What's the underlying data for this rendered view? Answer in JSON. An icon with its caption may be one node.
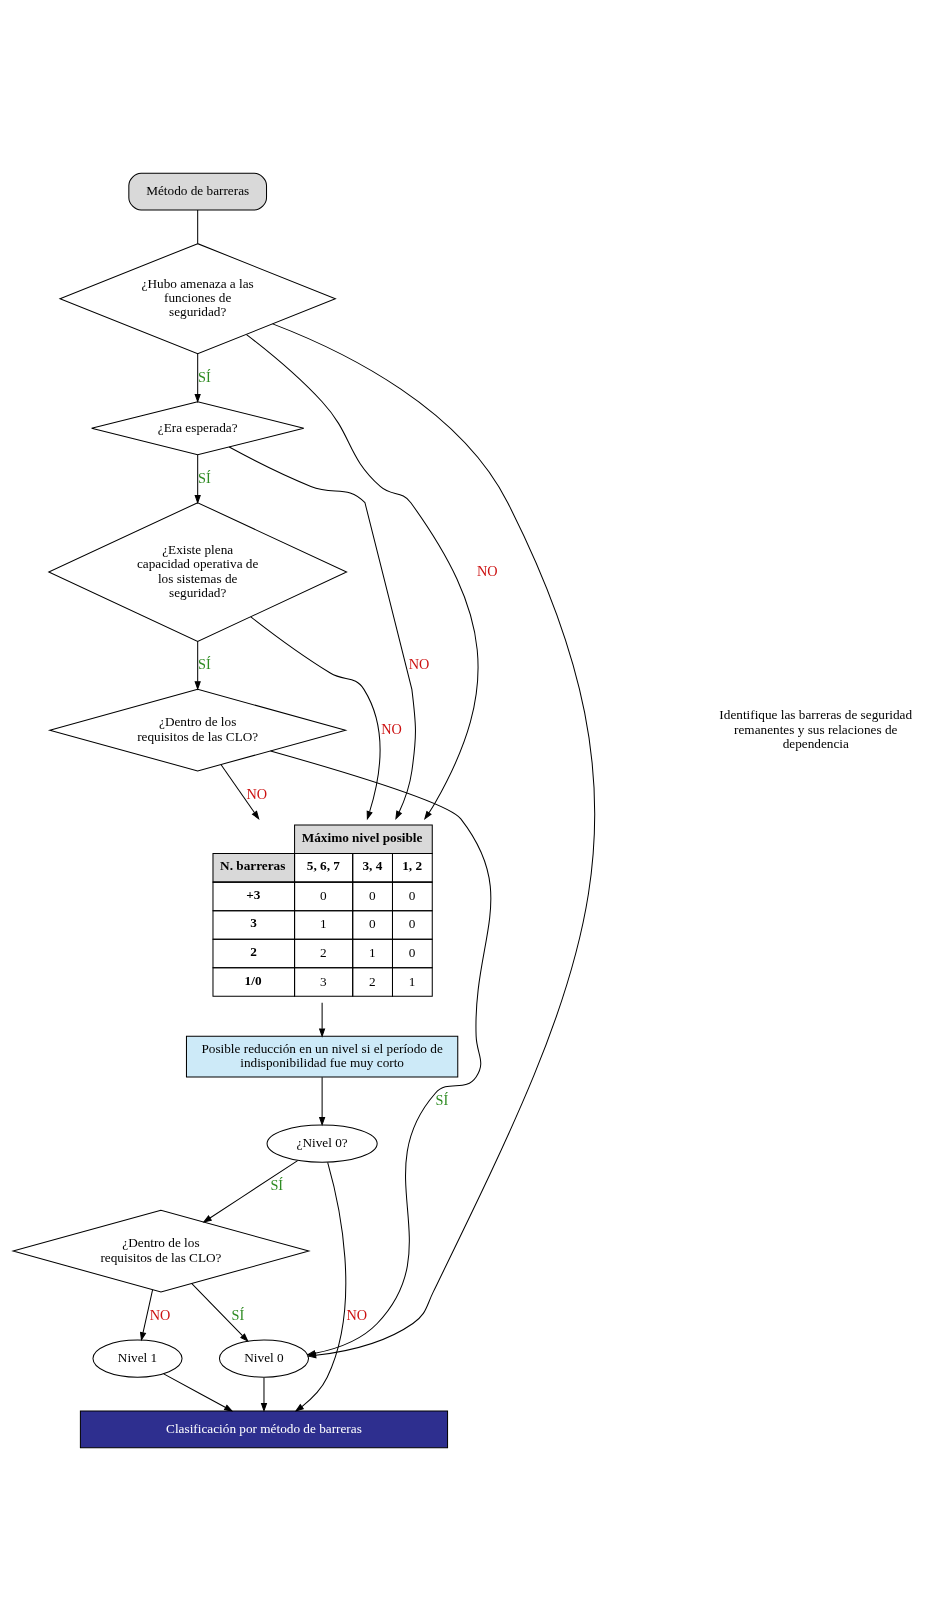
{
  "diagram": {
    "nodes": [
      {
        "text": [
          "Método de barreras"
        ]
      },
      {
        "text": [
          "¿Hubo amenaza a las funciones de seguridad?"
        ]
      },
      {
        "text": [
          "¿Era esperada?"
        ]
      },
      {
        "text": [
          "¿Existe plena capacidad operativa de los sistemas de seguridad?"
        ]
      },
      {
        "text": [
          "¿Dentro de los requisitos de las CLO?"
        ]
      },
      {
        "text": [
          "Máximo nivel posible",
          "N. barreras",
          "5, 6, 7",
          "3, 4",
          "1, 2",
          "+3",
          "0",
          "0",
          "0",
          "3",
          "1",
          "0",
          "0",
          "2",
          "2",
          "1",
          "0",
          "1/0",
          "3",
          "2",
          "1"
        ]
      },
      {
        "text": [
          "Posible reducción en un nivel si el período de indisponibilidad fue muy corto"
        ]
      },
      {
        "text": [
          "¿Nivel 0?"
        ]
      },
      {
        "text": [
          "¿Dentro de los requisitos de las CLO?"
        ]
      },
      {
        "text": [
          "Nivel 1"
        ]
      },
      {
        "text": [
          "Nivel 0"
        ]
      },
      {
        "text": [
          "Clasificación por método de barreras"
        ]
      }
    ],
    "edges": [
      {
        "from": 0,
        "to": 1,
        "arrow": "none"
      },
      {
        "from": 1,
        "to": 2,
        "arrow": "to",
        "label": "SÍ"
      },
      {
        "from": 1,
        "to": 5,
        "arrow": "to",
        "label": "NO"
      },
      {
        "from": 1,
        "to": 10,
        "arrow": "to"
      },
      {
        "from": 2,
        "to": 3,
        "arrow": "to",
        "label": "SÍ"
      },
      {
        "from": 2,
        "to": 5,
        "arrow": "to",
        "label": "NO"
      },
      {
        "from": 3,
        "to": 4,
        "arrow": "to",
        "label": "SÍ"
      },
      {
        "from": 3,
        "to": 5,
        "arrow": "to",
        "label": "NO"
      },
      {
        "from": 4,
        "to": 5,
        "arrow": "to",
        "label": "NO"
      },
      {
        "from": 4,
        "to": 10,
        "arrow": "to",
        "label": "SÍ"
      },
      {
        "from": 5,
        "to": 6,
        "arrow": "to"
      },
      {
        "from": 6,
        "to": 7,
        "arrow": "to"
      },
      {
        "from": 7,
        "to": 8,
        "arrow": "to",
        "label": "SÍ"
      },
      {
        "from": 7,
        "to": 11,
        "arrow": "to",
        "label": "NO"
      },
      {
        "from": 8,
        "to": 10,
        "arrow": "to",
        "label": "SÍ"
      },
      {
        "from": 8,
        "to": 9,
        "arrow": "to",
        "label": "NO"
      },
      {
        "from": 9,
        "to": 11,
        "arrow": "to"
      },
      {
        "from": 10,
        "to": 11,
        "arrow": "to"
      }
    ],
    "labels": [
      "Identifique las barreras de seguridad remanentes y sus relaciones de dependencia"
    ]
  }
}
